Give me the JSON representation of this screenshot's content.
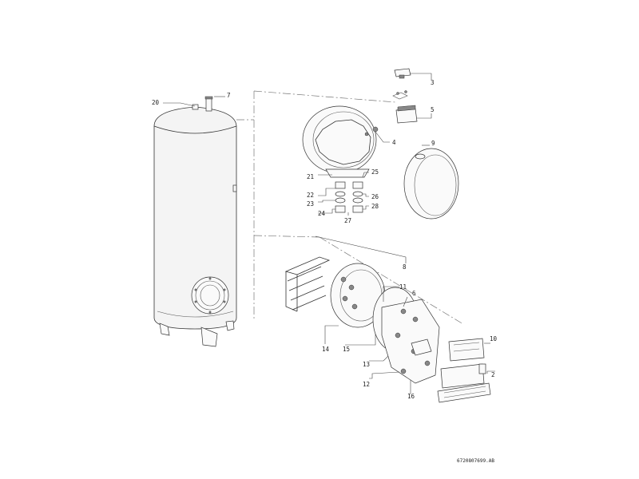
{
  "diagram": {
    "callouts": [
      "20",
      "7",
      "3",
      "5",
      "4",
      "9",
      "21",
      "25",
      "22",
      "26",
      "23",
      "28",
      "24",
      "27",
      "8",
      "11",
      "6",
      "10",
      "14",
      "15",
      "2",
      "13",
      "12",
      "16"
    ],
    "drawing_code": "6720807699.AB"
  }
}
